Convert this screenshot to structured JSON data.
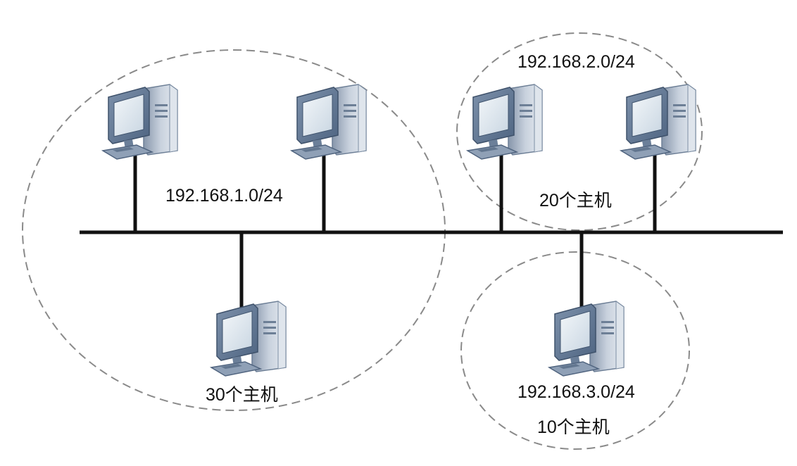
{
  "subnets": [
    {
      "network": "192.168.1.0/24",
      "hosts": "30个主机"
    },
    {
      "network": "192.168.2.0/24",
      "hosts": "20个主机"
    },
    {
      "network": "192.168.3.0/24",
      "hosts": "10个主机"
    }
  ],
  "colors": {
    "bus": "#111111",
    "ellipse": "#8a8a8a",
    "computer_body": "#aeb9c8",
    "computer_dark": "#5f7590",
    "screen": "#dde6ee"
  },
  "icons": {
    "computer": "desktop-computer-icon"
  }
}
